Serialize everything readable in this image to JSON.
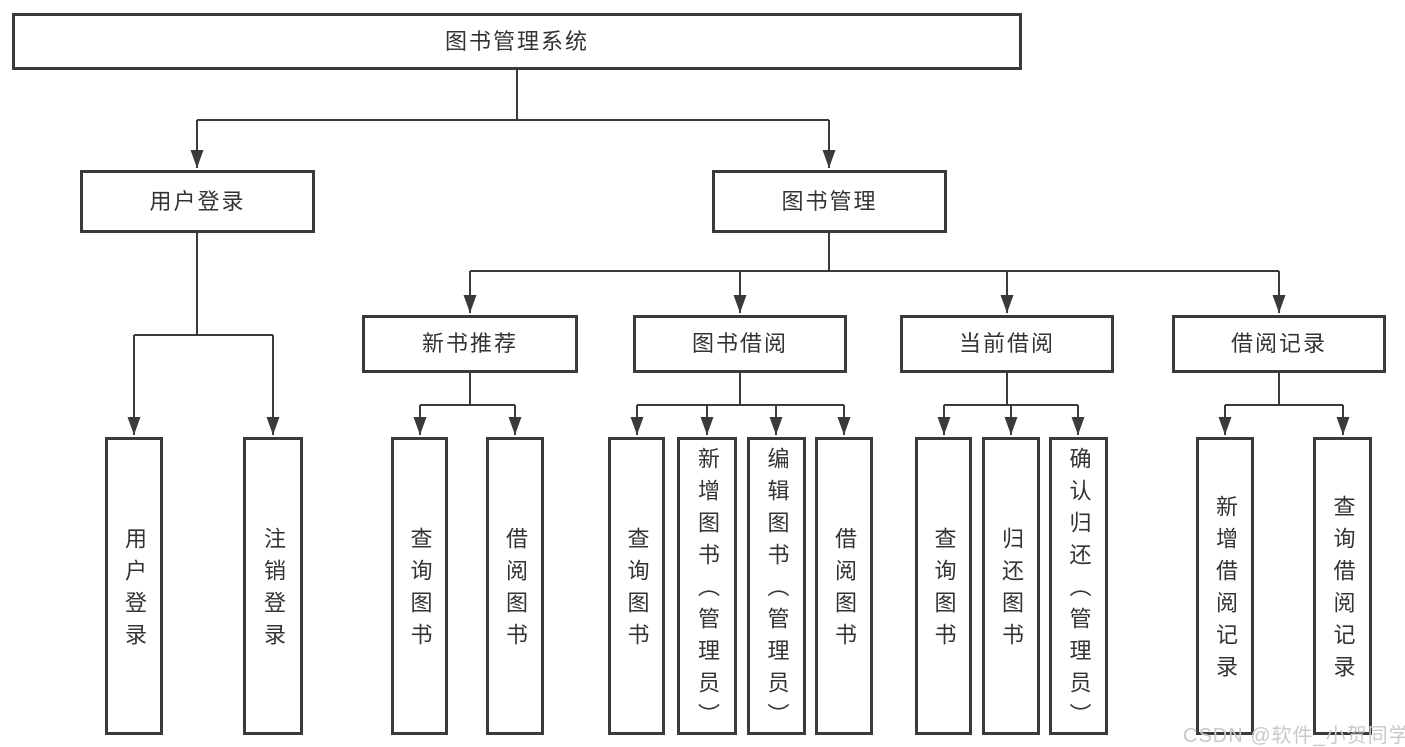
{
  "org": {
    "root": "图书管理系统",
    "children": [
      {
        "label": "用户登录",
        "children": [
          "用户登录",
          "注销登录"
        ]
      },
      {
        "label": "图书管理",
        "children": [
          {
            "label": "新书推荐",
            "children": [
              "查询图书",
              "借阅图书"
            ]
          },
          {
            "label": "图书借阅",
            "children": [
              "查询图书",
              "新增图书（管理员）",
              "编辑图书（管理员）",
              "借阅图书"
            ]
          },
          {
            "label": "当前借阅",
            "children": [
              "查询图书",
              "归还图书",
              "确认归还（管理员）"
            ]
          },
          {
            "label": "借阅记录",
            "children": [
              "新增借阅记录",
              "查询借阅记录"
            ]
          }
        ]
      }
    ]
  },
  "watermark": "CSDN @软件_小贺同学",
  "colors": {
    "line": "#3a3a3a",
    "box_border": "#3a3a3a",
    "box_fill": "#ffffff",
    "text": "#333333",
    "watermark": "#c9c9c9",
    "background": "#ffffff"
  }
}
